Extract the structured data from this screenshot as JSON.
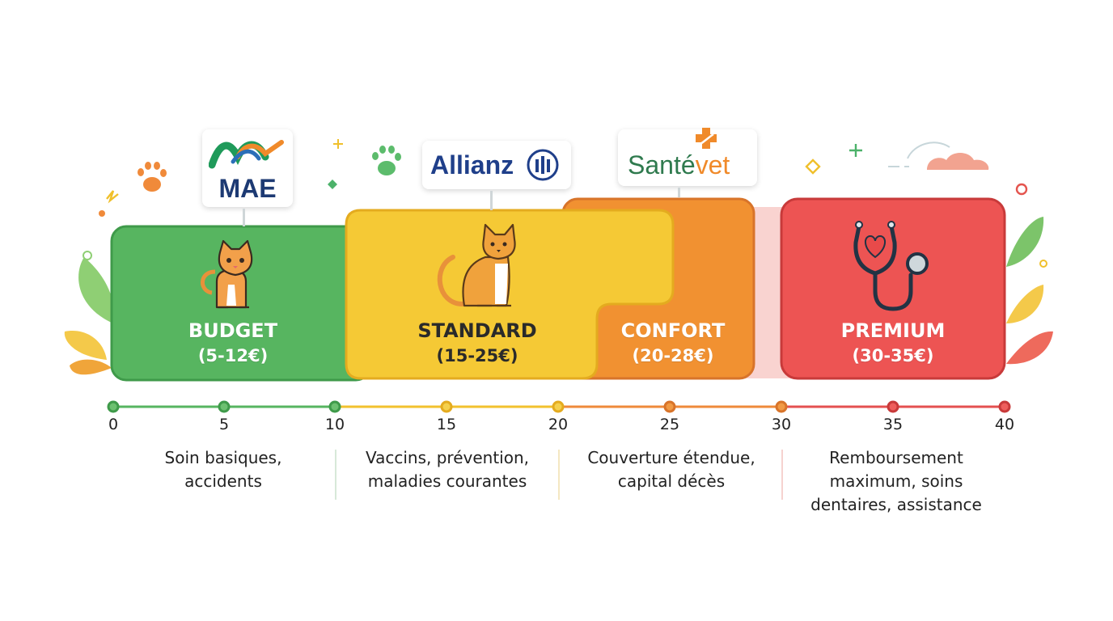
{
  "brands": {
    "mae": "MAE",
    "allianz": "Allianz",
    "santevet_part1": "Santé",
    "santevet_part2": "vet"
  },
  "tiers": [
    {
      "name": "BUDGET",
      "price": "(5-12€)",
      "color": "#57b560"
    },
    {
      "name": "STANDARD",
      "price": "(15-25€)",
      "color": "#f5c935"
    },
    {
      "name": "CONFORT",
      "price": "(20-28€)",
      "color": "#f19131"
    },
    {
      "name": "PREMIUM",
      "price": "(30-35€)",
      "color": "#ed5453"
    }
  ],
  "scale": {
    "ticks": [
      "0",
      "5",
      "10",
      "15",
      "20",
      "25",
      "30",
      "35",
      "40"
    ]
  },
  "descriptions": [
    {
      "line1": "Soin basiques,",
      "line2": "accidents"
    },
    {
      "line1": "Vaccins, prévention,",
      "line2": "maladies courantes"
    },
    {
      "line1": "Couverture étendue,",
      "line2": "capital décès"
    },
    {
      "line1": "Remboursement",
      "line2": "maximum, soins",
      "line3": "dentaires, assistance"
    }
  ],
  "colors": {
    "green": "#57b560",
    "yellow": "#f5c935",
    "orange": "#f19131",
    "red": "#ed5453",
    "allianz_blue": "#1f3f8a",
    "mae_blue": "#1d3a73",
    "santevet_green": "#2f7a4e"
  }
}
